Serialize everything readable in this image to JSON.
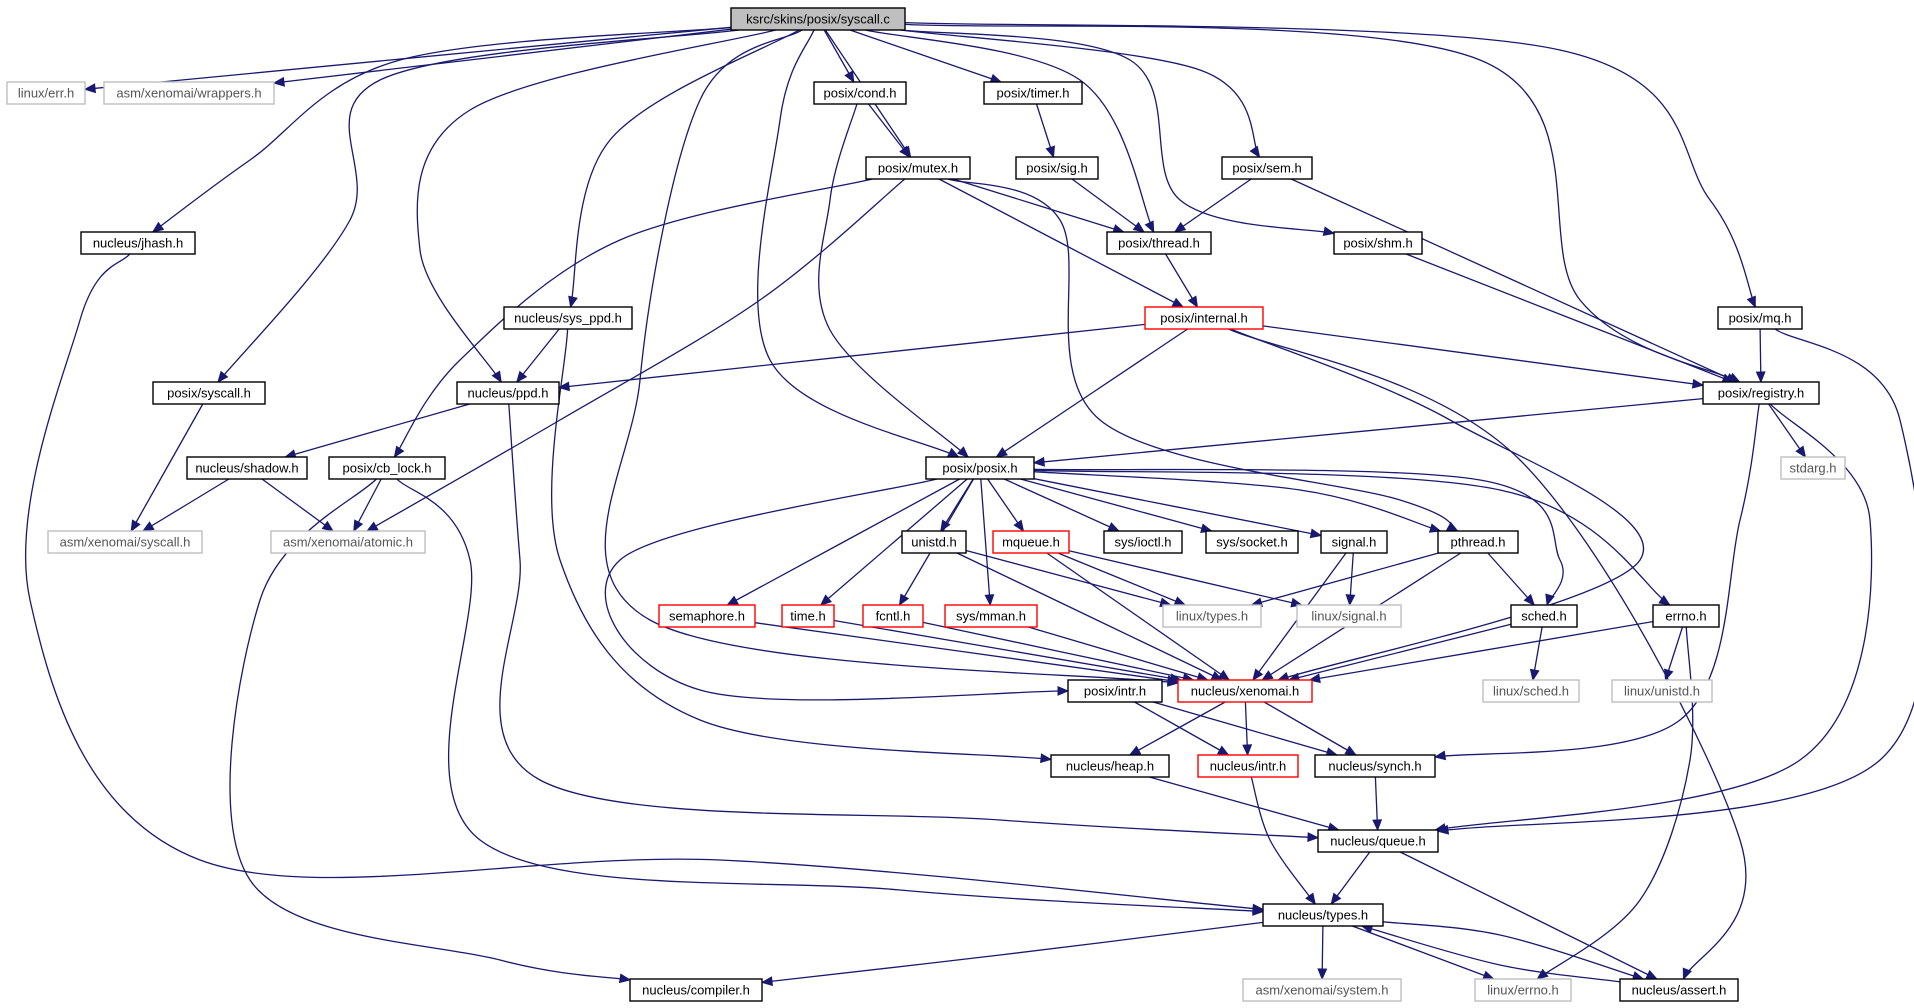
{
  "graph": {
    "root": "ksrc/skins/posix/syscall.c",
    "colors": {
      "edge": "#191970",
      "root_fill": "#bfbfbf",
      "documented_border": "#000000",
      "undocumented_border": "#bfbfbf",
      "truncated_border": "#ff0000",
      "text": "#000000"
    },
    "nodes": [
      {
        "id": "n_syscall_c",
        "label": "ksrc/skins/posix/syscall.c",
        "style": "root"
      },
      {
        "id": "n_linux_err",
        "label": "linux/err.h",
        "style": "grey"
      },
      {
        "id": "n_wrappers",
        "label": "asm/xenomai/wrappers.h",
        "style": "grey"
      },
      {
        "id": "n_cond",
        "label": "posix/cond.h",
        "style": "black"
      },
      {
        "id": "n_timer",
        "label": "posix/timer.h",
        "style": "black"
      },
      {
        "id": "n_sem",
        "label": "posix/sem.h",
        "style": "black"
      },
      {
        "id": "n_mutex",
        "label": "posix/mutex.h",
        "style": "black"
      },
      {
        "id": "n_sig",
        "label": "posix/sig.h",
        "style": "black"
      },
      {
        "id": "n_jhash",
        "label": "nucleus/jhash.h",
        "style": "black"
      },
      {
        "id": "n_thread",
        "label": "posix/thread.h",
        "style": "black"
      },
      {
        "id": "n_shm",
        "label": "posix/shm.h",
        "style": "black"
      },
      {
        "id": "n_sys_ppd",
        "label": "nucleus/sys_ppd.h",
        "style": "black"
      },
      {
        "id": "n_internal",
        "label": "posix/internal.h",
        "style": "red"
      },
      {
        "id": "n_mq",
        "label": "posix/mq.h",
        "style": "black"
      },
      {
        "id": "n_psyscall",
        "label": "posix/syscall.h",
        "style": "black"
      },
      {
        "id": "n_ppd",
        "label": "nucleus/ppd.h",
        "style": "black"
      },
      {
        "id": "n_registry",
        "label": "posix/registry.h",
        "style": "black"
      },
      {
        "id": "n_shadow",
        "label": "nucleus/shadow.h",
        "style": "black"
      },
      {
        "id": "n_cb_lock",
        "label": "posix/cb_lock.h",
        "style": "black"
      },
      {
        "id": "n_posix",
        "label": "posix/posix.h",
        "style": "black"
      },
      {
        "id": "n_stdarg",
        "label": "stdarg.h",
        "style": "grey"
      },
      {
        "id": "n_asyscall",
        "label": "asm/xenomai/syscall.h",
        "style": "grey"
      },
      {
        "id": "n_atomic",
        "label": "asm/xenomai/atomic.h",
        "style": "grey"
      },
      {
        "id": "n_unistd",
        "label": "unistd.h",
        "style": "black"
      },
      {
        "id": "n_mqueue",
        "label": "mqueue.h",
        "style": "red"
      },
      {
        "id": "n_ioctl",
        "label": "sys/ioctl.h",
        "style": "black"
      },
      {
        "id": "n_socket",
        "label": "sys/socket.h",
        "style": "black"
      },
      {
        "id": "n_signal",
        "label": "signal.h",
        "style": "black"
      },
      {
        "id": "n_pthread",
        "label": "pthread.h",
        "style": "black"
      },
      {
        "id": "n_semaphore",
        "label": "semaphore.h",
        "style": "red"
      },
      {
        "id": "n_time",
        "label": "time.h",
        "style": "red"
      },
      {
        "id": "n_fcntl",
        "label": "fcntl.h",
        "style": "red"
      },
      {
        "id": "n_mman",
        "label": "sys/mman.h",
        "style": "red"
      },
      {
        "id": "n_ltypes",
        "label": "linux/types.h",
        "style": "grey"
      },
      {
        "id": "n_lsignal",
        "label": "linux/signal.h",
        "style": "grey"
      },
      {
        "id": "n_sched",
        "label": "sched.h",
        "style": "black"
      },
      {
        "id": "n_errno",
        "label": "errno.h",
        "style": "black"
      },
      {
        "id": "n_intr",
        "label": "posix/intr.h",
        "style": "black"
      },
      {
        "id": "n_xenomai",
        "label": "nucleus/xenomai.h",
        "style": "red"
      },
      {
        "id": "n_lsched",
        "label": "linux/sched.h",
        "style": "grey"
      },
      {
        "id": "n_lunistd",
        "label": "linux/unistd.h",
        "style": "grey"
      },
      {
        "id": "n_heap",
        "label": "nucleus/heap.h",
        "style": "black"
      },
      {
        "id": "n_nintr",
        "label": "nucleus/intr.h",
        "style": "red"
      },
      {
        "id": "n_synch",
        "label": "nucleus/synch.h",
        "style": "black"
      },
      {
        "id": "n_queue",
        "label": "nucleus/queue.h",
        "style": "black"
      },
      {
        "id": "n_types",
        "label": "nucleus/types.h",
        "style": "black"
      },
      {
        "id": "n_compiler",
        "label": "nucleus/compiler.h",
        "style": "black"
      },
      {
        "id": "n_system",
        "label": "asm/xenomai/system.h",
        "style": "grey"
      },
      {
        "id": "n_lerrno",
        "label": "linux/errno.h",
        "style": "grey"
      },
      {
        "id": "n_assert",
        "label": "nucleus/assert.h",
        "style": "black"
      }
    ],
    "edges": [
      [
        "n_syscall_c",
        "n_linux_err"
      ],
      [
        "n_syscall_c",
        "n_wrappers"
      ],
      [
        "n_syscall_c",
        "n_jhash"
      ],
      [
        "n_syscall_c",
        "n_psyscall"
      ],
      [
        "n_syscall_c",
        "n_ppd"
      ],
      [
        "n_syscall_c",
        "n_sys_ppd"
      ],
      [
        "n_syscall_c",
        "n_xenomai"
      ],
      [
        "n_syscall_c",
        "n_posix"
      ],
      [
        "n_syscall_c",
        "n_cond"
      ],
      [
        "n_syscall_c",
        "n_mutex"
      ],
      [
        "n_syscall_c",
        "n_timer"
      ],
      [
        "n_syscall_c",
        "n_thread"
      ],
      [
        "n_syscall_c",
        "n_sem"
      ],
      [
        "n_syscall_c",
        "n_shm"
      ],
      [
        "n_syscall_c",
        "n_registry"
      ],
      [
        "n_syscall_c",
        "n_mq"
      ],
      [
        "n_cond",
        "n_mutex"
      ],
      [
        "n_cond",
        "n_posix"
      ],
      [
        "n_timer",
        "n_sig"
      ],
      [
        "n_sig",
        "n_thread"
      ],
      [
        "n_sem",
        "n_thread"
      ],
      [
        "n_sem",
        "n_registry"
      ],
      [
        "n_mutex",
        "n_thread"
      ],
      [
        "n_mutex",
        "n_internal"
      ],
      [
        "n_mutex",
        "n_cb_lock"
      ],
      [
        "n_mutex",
        "n_atomic"
      ],
      [
        "n_mutex",
        "n_pthread"
      ],
      [
        "n_thread",
        "n_internal"
      ],
      [
        "n_shm",
        "n_registry"
      ],
      [
        "n_jhash",
        "n_types"
      ],
      [
        "n_sys_ppd",
        "n_ppd"
      ],
      [
        "n_sys_ppd",
        "n_heap"
      ],
      [
        "n_internal",
        "n_ppd"
      ],
      [
        "n_internal",
        "n_registry"
      ],
      [
        "n_internal",
        "n_posix"
      ],
      [
        "n_internal",
        "n_xenomai"
      ],
      [
        "n_internal",
        "n_assert"
      ],
      [
        "n_mq",
        "n_registry"
      ],
      [
        "n_mq",
        "n_queue"
      ],
      [
        "n_registry",
        "n_posix"
      ],
      [
        "n_registry",
        "n_stdarg"
      ],
      [
        "n_registry",
        "n_synch"
      ],
      [
        "n_registry",
        "n_queue"
      ],
      [
        "n_psyscall",
        "n_asyscall"
      ],
      [
        "n_ppd",
        "n_shadow"
      ],
      [
        "n_ppd",
        "n_queue"
      ],
      [
        "n_shadow",
        "n_asyscall"
      ],
      [
        "n_shadow",
        "n_atomic"
      ],
      [
        "n_cb_lock",
        "n_atomic"
      ],
      [
        "n_cb_lock",
        "n_compiler"
      ],
      [
        "n_cb_lock",
        "n_types"
      ],
      [
        "n_posix",
        "n_semaphore"
      ],
      [
        "n_posix",
        "n_time"
      ],
      [
        "n_posix",
        "n_fcntl"
      ],
      [
        "n_posix",
        "n_mman"
      ],
      [
        "n_posix",
        "n_unistd"
      ],
      [
        "n_posix",
        "n_mqueue"
      ],
      [
        "n_posix",
        "n_ioctl"
      ],
      [
        "n_posix",
        "n_socket"
      ],
      [
        "n_posix",
        "n_signal"
      ],
      [
        "n_posix",
        "n_pthread"
      ],
      [
        "n_posix",
        "n_sched"
      ],
      [
        "n_posix",
        "n_errno"
      ],
      [
        "n_posix",
        "n_intr"
      ],
      [
        "n_unistd",
        "n_ltypes"
      ],
      [
        "n_unistd",
        "n_xenomai"
      ],
      [
        "n_mqueue",
        "n_ltypes"
      ],
      [
        "n_mqueue",
        "n_lsignal"
      ],
      [
        "n_mqueue",
        "n_xenomai"
      ],
      [
        "n_signal",
        "n_lsignal"
      ],
      [
        "n_signal",
        "n_xenomai"
      ],
      [
        "n_pthread",
        "n_ltypes"
      ],
      [
        "n_pthread",
        "n_sched"
      ],
      [
        "n_pthread",
        "n_xenomai"
      ],
      [
        "n_semaphore",
        "n_xenomai"
      ],
      [
        "n_time",
        "n_xenomai"
      ],
      [
        "n_fcntl",
        "n_xenomai"
      ],
      [
        "n_mman",
        "n_xenomai"
      ],
      [
        "n_sched",
        "n_xenomai"
      ],
      [
        "n_sched",
        "n_lsched"
      ],
      [
        "n_errno",
        "n_xenomai"
      ],
      [
        "n_errno",
        "n_lunistd"
      ],
      [
        "n_errno",
        "n_lerrno"
      ],
      [
        "n_intr",
        "n_nintr"
      ],
      [
        "n_intr",
        "n_synch"
      ],
      [
        "n_xenomai",
        "n_heap"
      ],
      [
        "n_xenomai",
        "n_nintr"
      ],
      [
        "n_xenomai",
        "n_synch"
      ],
      [
        "n_heap",
        "n_queue"
      ],
      [
        "n_nintr",
        "n_types"
      ],
      [
        "n_synch",
        "n_queue"
      ],
      [
        "n_queue",
        "n_types"
      ],
      [
        "n_queue",
        "n_assert"
      ],
      [
        "n_types",
        "n_compiler"
      ],
      [
        "n_types",
        "n_system"
      ],
      [
        "n_types",
        "n_lerrno"
      ],
      [
        "n_types",
        "n_assert"
      ],
      [
        "n_assert",
        "n_types"
      ]
    ]
  }
}
